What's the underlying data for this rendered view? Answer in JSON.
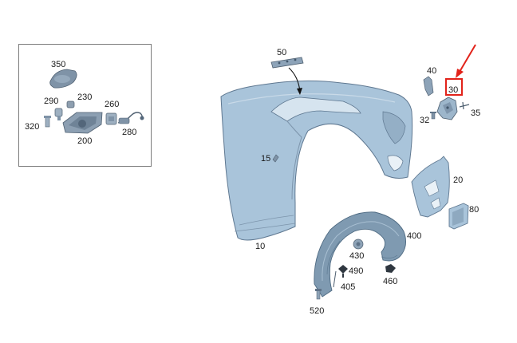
{
  "colors": {
    "panel_fill": "#a9c4da",
    "panel_stroke": "#5f7891",
    "liner_fill": "#8ba6bd",
    "highlight": "#e2231a"
  },
  "callouts": {
    "c350": "350",
    "c290": "290",
    "c230": "230",
    "c260": "260",
    "c320": "320",
    "c280": "280",
    "c200": "200",
    "c50": "50",
    "c40": "40",
    "c30": "30",
    "c32": "32",
    "c35": "35",
    "c15": "15",
    "c20": "20",
    "c80": "80",
    "c10": "10",
    "c400": "400",
    "c430": "430",
    "c490": "490",
    "c460": "460",
    "c405": "405",
    "c520": "520"
  },
  "highlighted_part": "30"
}
